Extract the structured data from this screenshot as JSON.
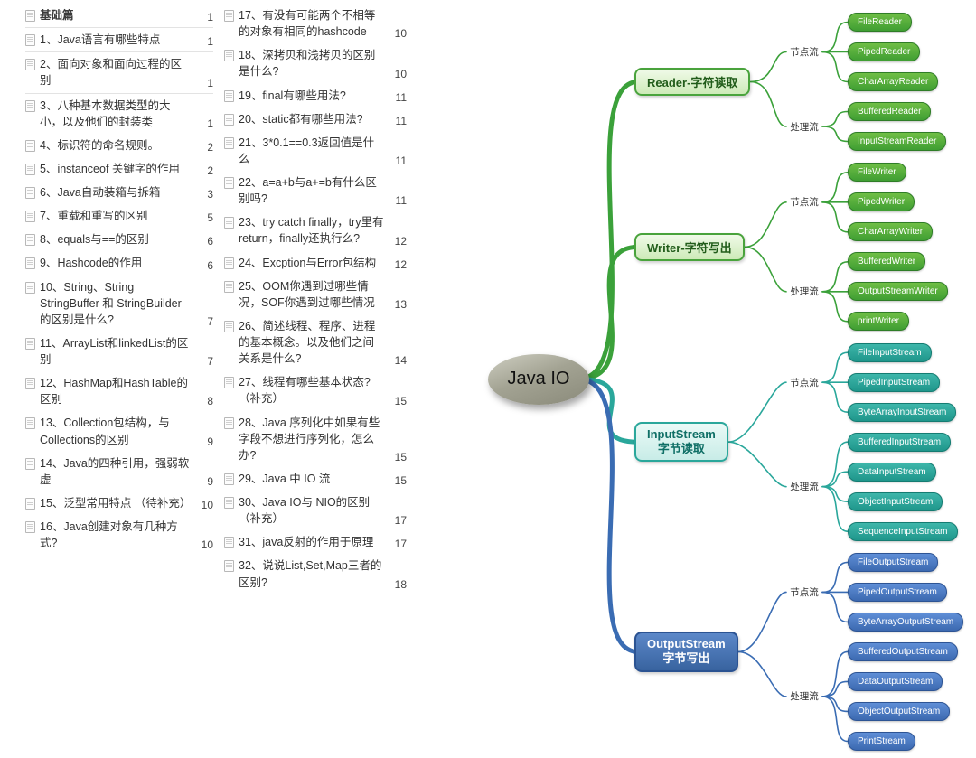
{
  "toc": {
    "columns": [
      {
        "items": [
          {
            "text": "基础篇",
            "page": "1",
            "header": true
          },
          {
            "text": "1、Java语言有哪些特点",
            "page": "1"
          },
          {
            "text": "2、面向对象和面向过程的区别",
            "page": "1"
          },
          {
            "text": "3、八种基本数据类型的大小，以及他们的封装类",
            "page": "1"
          },
          {
            "text": "4、标识符的命名规则。",
            "page": "2"
          },
          {
            "text": "5、instanceof 关键字的作用",
            "page": "2"
          },
          {
            "text": "6、Java自动装箱与拆箱",
            "page": "3"
          },
          {
            "text": "7、重载和重写的区别",
            "page": "5"
          },
          {
            "text": "8、equals与==的区别",
            "page": "6"
          },
          {
            "text": "9、Hashcode的作用",
            "page": "6"
          },
          {
            "text": "10、String、String StringBuffer 和 StringBuilder 的区别是什么?",
            "page": "7"
          },
          {
            "text": "11、ArrayList和linkedList的区别",
            "page": "7"
          },
          {
            "text": "12、HashMap和HashTable的区别",
            "page": "8"
          },
          {
            "text": "13、Collection包结构，与Collections的区别",
            "page": "9"
          },
          {
            "text": "14、Java的四种引用，强弱软虚",
            "page": "9"
          },
          {
            "text": "15、泛型常用特点 （待补充）",
            "page": "10"
          },
          {
            "text": "16、Java创建对象有几种方式?",
            "page": "10"
          }
        ]
      },
      {
        "items": [
          {
            "text": "17、有没有可能两个不相等的对象有相同的hashcode",
            "page": "10"
          },
          {
            "text": "18、深拷贝和浅拷贝的区别是什么?",
            "page": "10"
          },
          {
            "text": "19、final有哪些用法?",
            "page": "11"
          },
          {
            "text": "20、static都有哪些用法?",
            "page": "11"
          },
          {
            "text": "21、3*0.1==0.3返回值是什么",
            "page": "11"
          },
          {
            "text": "22、a=a+b与a+=b有什么区别吗?",
            "page": "11"
          },
          {
            "text": "23、try catch finally，try里有return，finally还执行么?",
            "page": "12"
          },
          {
            "text": "24、Excption与Error包结构",
            "page": "12"
          },
          {
            "text": "25、OOM你遇到过哪些情况，SOF你遇到过哪些情况",
            "page": "13"
          },
          {
            "text": "26、简述线程、程序、进程的基本概念。以及他们之间关系是什么?",
            "page": "14"
          },
          {
            "text": "27、线程有哪些基本状态?（补充）",
            "page": "15"
          },
          {
            "text": "28、Java 序列化中如果有些字段不想进行序列化，怎么办?",
            "page": "15"
          },
          {
            "text": "29、Java 中 IO 流",
            "page": "15"
          },
          {
            "text": "30、Java IO与 NIO的区别（补充）",
            "page": "17"
          },
          {
            "text": "31、java反射的作用于原理",
            "page": "17"
          },
          {
            "text": "32、说说List,Set,Map三者的区别?",
            "page": "18"
          }
        ]
      }
    ]
  },
  "mindmap": {
    "center": "Java IO",
    "colors": {
      "green": "#3ba13a",
      "teal": "#2aa79b",
      "blue": "#3a6cb3"
    },
    "branches": [
      {
        "label_lines": [
          "Reader-字符读取"
        ],
        "style": "green",
        "line_color": "#3ba13a",
        "groups": [
          {
            "label": "节点流",
            "leaves": [
              "FileReader",
              "PipedReader",
              "CharArrayReader"
            ]
          },
          {
            "label": "处理流",
            "leaves": [
              "BufferedReader",
              "InputStreamReader"
            ]
          }
        ]
      },
      {
        "label_lines": [
          "Writer-字符写出"
        ],
        "style": "green",
        "line_color": "#3ba13a",
        "groups": [
          {
            "label": "节点流",
            "leaves": [
              "FileWriter",
              "PipedWriter",
              "CharArrayWriter"
            ]
          },
          {
            "label": "处理流",
            "leaves": [
              "BufferedWriter",
              "OutputStreamWriter",
              "printWriter"
            ]
          }
        ]
      },
      {
        "label_lines": [
          "InputStream",
          "字节读取"
        ],
        "style": "teal",
        "line_color": "#2aa79b",
        "groups": [
          {
            "label": "节点流",
            "leaves": [
              "FileInputStream",
              "PipedInputStream",
              "ByteArrayInputStream"
            ]
          },
          {
            "label": "处理流",
            "leaves": [
              "BufferedInputStream",
              "DataInputStream",
              "ObjectInputStream",
              "SequenceInputStream"
            ]
          }
        ]
      },
      {
        "label_lines": [
          "OutputStream",
          "字节写出"
        ],
        "style": "blue",
        "line_color": "#3a6cb3",
        "groups": [
          {
            "label": "节点流",
            "leaves": [
              "FileOutputStream",
              "PipedOutputStream",
              "ByteArrayOutputStream"
            ]
          },
          {
            "label": "处理流",
            "leaves": [
              "BufferedOutputStream",
              "DataOutputStream",
              "ObjectOutputStream",
              "PrintStream"
            ]
          }
        ]
      }
    ]
  }
}
